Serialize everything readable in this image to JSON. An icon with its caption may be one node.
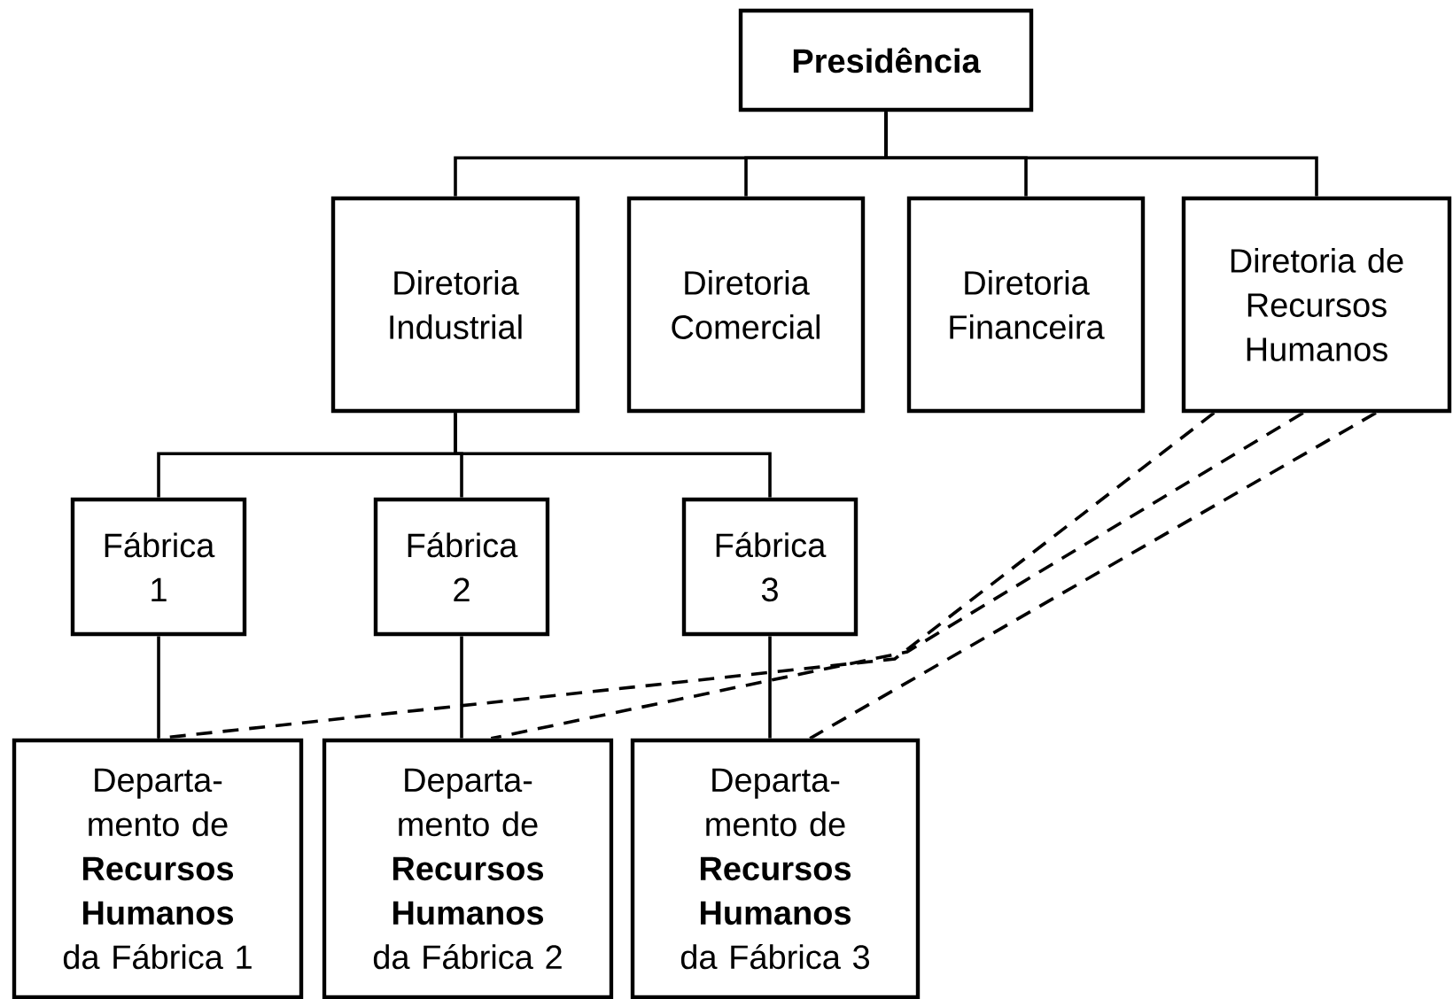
{
  "diagram": {
    "nodes": [
      {
        "text": [
          "Presidência"
        ]
      },
      {
        "text": [
          "Diretoria Industrial"
        ]
      },
      {
        "text": [
          "Diretoria Comercial"
        ]
      },
      {
        "text": [
          "Diretoria Financeira"
        ]
      },
      {
        "text": [
          "Diretoria de Recursos Humanos"
        ]
      },
      {
        "text": [
          "Fábrica 1"
        ]
      },
      {
        "text": [
          "Fábrica 2"
        ]
      },
      {
        "text": [
          "Fábrica 3"
        ]
      },
      {
        "text": [
          "Departa- mento de **Recursos Humanos** da Fábrica 1"
        ]
      },
      {
        "text": [
          "Departa- mento de **Recursos Humanos** da Fábrica 2"
        ]
      },
      {
        "text": [
          "Departa- mento de **Recursos Humanos** da Fábrica 3"
        ]
      }
    ],
    "edges": [
      {
        "from": 0,
        "to": 1,
        "arrow": "none"
      },
      {
        "from": 0,
        "to": 2,
        "arrow": "none"
      },
      {
        "from": 0,
        "to": 3,
        "arrow": "none"
      },
      {
        "from": 0,
        "to": 4,
        "arrow": "none"
      },
      {
        "from": 1,
        "to": 5,
        "arrow": "none"
      },
      {
        "from": 1,
        "to": 6,
        "arrow": "none"
      },
      {
        "from": 1,
        "to": 7,
        "arrow": "none"
      },
      {
        "from": 5,
        "to": 8,
        "arrow": "none"
      },
      {
        "from": 6,
        "to": 9,
        "arrow": "none"
      },
      {
        "from": 7,
        "to": 10,
        "arrow": "none"
      },
      {
        "from": 4,
        "to": 8,
        "arrow": "none",
        "style": "dashed"
      },
      {
        "from": 4,
        "to": 9,
        "arrow": "none",
        "style": "dashed"
      },
      {
        "from": 4,
        "to": 10,
        "arrow": "none",
        "style": "dashed"
      }
    ]
  }
}
